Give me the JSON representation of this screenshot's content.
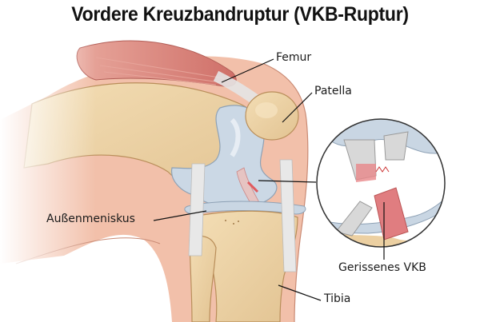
{
  "title": "Vordere Kreuzbandruptur (VKB-Ruptur)",
  "labels": {
    "femur": "Femur",
    "patella": "Patella",
    "meniscus": "Außenmeniskus",
    "torn_acl": "Gerissenes VKB",
    "tibia": "Tibia"
  },
  "colors": {
    "skin": "#f2c2ad",
    "bone": "#ecd3a6",
    "bone_outline": "#b98e5a",
    "cartilage": "#c9d6e3",
    "muscle": "#d7837a",
    "ligament": "#e4e4e4",
    "tear_red": "#e05a5e",
    "line": "#111111"
  }
}
